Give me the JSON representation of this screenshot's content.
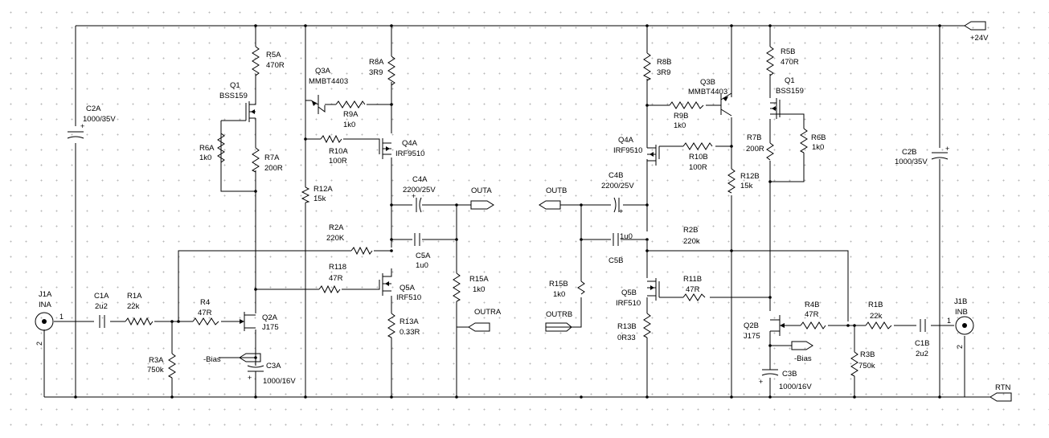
{
  "title": "",
  "components": {
    "R5A": [
      "R5A",
      "470R"
    ],
    "R8A": [
      "R8A",
      "3R9"
    ],
    "Q3A": [
      "Q3A",
      "MMBT4403"
    ],
    "Q1A": [
      "Q1",
      "BSS159"
    ],
    "R9A": [
      "R9A",
      "1k0"
    ],
    "R6A": [
      "R6A",
      "1k0"
    ],
    "R7A": [
      "R7A",
      "200R"
    ],
    "R10A": [
      "R10A",
      "100R"
    ],
    "Q4A": [
      "Q4A",
      "IRF9510"
    ],
    "R12A": [
      "R12A",
      "15k"
    ],
    "C4A": [
      "C4A",
      "2200/25V"
    ],
    "C2A": [
      "C2A",
      "1000/35V"
    ],
    "R2A": [
      "R2A",
      "220K"
    ],
    "C5A": [
      "C5A",
      "1u0"
    ],
    "R118": [
      "R118",
      "47R"
    ],
    "Q5A": [
      "Q5A",
      "IRF510"
    ],
    "R15A": [
      "R15A",
      "1k0"
    ],
    "J1A": [
      "J1A",
      "INA"
    ],
    "C1A": [
      "C1A",
      "2u2"
    ],
    "R1A": [
      "R1A",
      "22k"
    ],
    "R4": [
      "R4",
      "47R"
    ],
    "Q2A": [
      "Q2A",
      "J175"
    ],
    "R13A": [
      "R13A",
      "0.33R"
    ],
    "R3A": [
      "R3A",
      "750k"
    ],
    "C3A": [
      "C3A",
      "1000/16V"
    ],
    "R8B": [
      "R8B",
      "3R9"
    ],
    "Q3B": [
      "Q3B",
      "MMBT4403"
    ],
    "R5B": [
      "R5B",
      "470R"
    ],
    "Q1B": [
      "Q1",
      "BSS159"
    ],
    "R9B": [
      "R9B",
      "1k0"
    ],
    "Q4B": [
      "Q4A",
      "IRF9510"
    ],
    "R10B": [
      "R10B",
      "100R"
    ],
    "R7B": [
      "R7B",
      "200R"
    ],
    "R6B": [
      "R6B",
      "1k0"
    ],
    "R12B": [
      "R12B",
      "15k"
    ],
    "C4B": [
      "C4B",
      "2200/25V"
    ],
    "C2B": [
      "C2B",
      "1000/35V"
    ],
    "C5B": [
      "C5B",
      "1u0"
    ],
    "R2B": [
      "R2B",
      "220k"
    ],
    "R11B": [
      "R11B",
      "47R"
    ],
    "Q5B": [
      "Q5B",
      "IRF510"
    ],
    "R15B": [
      "R15B",
      "1k0"
    ],
    "R13B": [
      "R13B",
      "0R33"
    ],
    "Q2B": [
      "Q2B",
      "J175"
    ],
    "R4B": [
      "R4B",
      "47R"
    ],
    "R1B": [
      "R1B",
      "22k"
    ],
    "J1B": [
      "J1B",
      "INB"
    ],
    "C1B": [
      "C1B",
      "2u2"
    ],
    "R3B": [
      "R3B",
      "750k"
    ],
    "C3B": [
      "C3B",
      "1000/16V"
    ]
  },
  "nets": {
    "plus24": "+24V",
    "rtn": "RTN",
    "outa": "OUTA",
    "outra": "OUTRA",
    "outb": "OUTB",
    "outrb": "OUTRB",
    "bias_a": "-Bias",
    "bias_b": "-Bias"
  },
  "pins": {
    "pin1": "1",
    "pin2": "2"
  }
}
